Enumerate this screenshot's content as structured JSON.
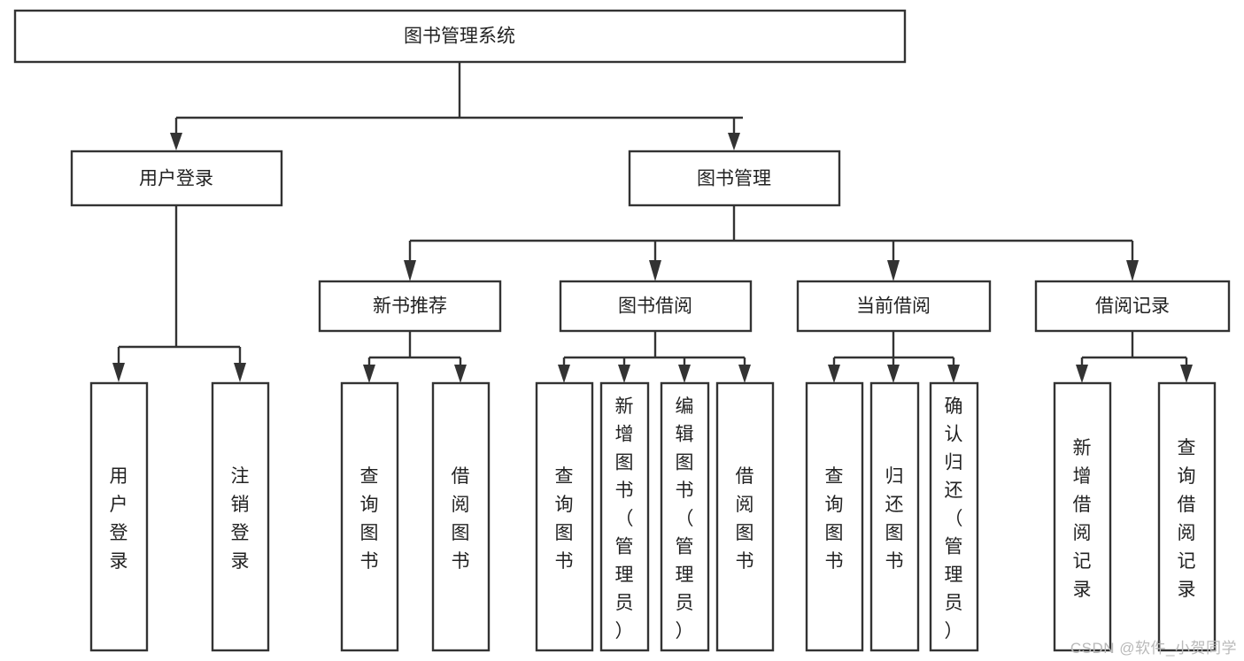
{
  "diagram": {
    "type": "tree-hierarchy",
    "title": "图书管理系统",
    "watermark": "CSDN @软件_小贺同学",
    "colors": {
      "stroke": "#333333",
      "fill": "#ffffff",
      "text": "#222222",
      "watermark": "#b9b9b9",
      "background": "#ffffff"
    },
    "root": {
      "label": "图书管理系统"
    },
    "level1": [
      {
        "label": "用户登录"
      },
      {
        "label": "图书管理"
      }
    ],
    "level2": [
      {
        "label": "新书推荐"
      },
      {
        "label": "图书借阅"
      },
      {
        "label": "当前借阅"
      },
      {
        "label": "借阅记录"
      }
    ],
    "leaves": {
      "user_login": [
        {
          "label": "用户登录"
        },
        {
          "label": "注销登录"
        }
      ],
      "new_book_recommend": [
        {
          "label": "查询图书"
        },
        {
          "label": "借阅图书"
        }
      ],
      "book_borrow": [
        {
          "label": "查询图书"
        },
        {
          "label": "新增图书（管理员）"
        },
        {
          "label": "编辑图书（管理员）"
        },
        {
          "label": "借阅图书"
        }
      ],
      "current_borrow": [
        {
          "label": "查询图书"
        },
        {
          "label": "归还图书"
        },
        {
          "label": "确认归还（管理员）"
        }
      ],
      "borrow_record": [
        {
          "label": "新增借阅记录"
        },
        {
          "label": "查询借阅记录"
        }
      ]
    }
  }
}
